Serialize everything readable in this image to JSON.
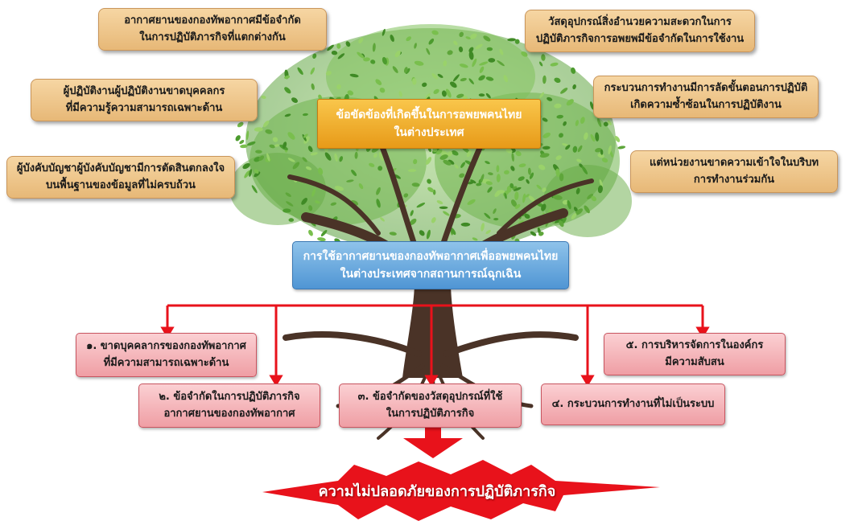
{
  "tree": {
    "problem_title": "ข้อขัดข้องที่เกิดขึ้นในการอพยพคนไทย\nในต่างประเทศ",
    "core_title": "การใช้อากาศยานของกองทัพอากาศเพื่ออพยพคนไทย\nในต่างประเทศจากสถานการณ์ฉุกเฉิน"
  },
  "callouts_left": [
    "อากาศยานของกองทัพอากาศมีข้อจำกัด\nในการปฏิบัติภารกิจที่แตกต่างกัน",
    "ผู้ปฏิบัติงานผู้ปฏิบัติงานขาดบุคคลกร\nที่มีความรู้ความสามารถเฉพาะด้าน",
    "ผู้บังคับบัญชาผู้บังคับบัญชามีการตัดสินตกลงใจ\nบนพื้นฐานของข้อมูลที่ไม่ครบถ้วน"
  ],
  "callouts_right": [
    "วัสดุอุปกรณ์สิ่งอำนวยความสะดวกในการ\nปฏิบัติภารกิจการอพยพมีข้อจำกัดในการใช้งาน",
    "กระบวนการทำงานมีการลัดขั้นตอนการปฏิบัติ\nเกิดความซ้ำซ้อนในการปฏิบัติงาน",
    "แต่หน่วยงานขาดความเข้าใจในบริบท\nการทำงานร่วมกัน"
  ],
  "causes": [
    "๑. ขาดบุคคลากรของกองทัพอากาศ\nที่มีความสามารถเฉพาะด้าน",
    "๒. ข้อจำกัดในการปฏิบัติภารกิจ\nอากาศยานของกองทัพอากาศ",
    "๓. ข้อจำกัดของวัสดุอุปกรณ์ที่ใช้\nในการปฏิบัติภารกิจ",
    "๔. กระบวนการทำงานที่ไม่เป็นระบบ",
    "๕. การบริหารจัดการในองค์กร\nมีความสับสน"
  ],
  "result": "ความไม่ปลอดภัยของการปฏิบัติภารกิจ",
  "colors": {
    "arrow": "#e8121b",
    "leaf": "#5ea63a",
    "trunk": "#4a3327"
  }
}
